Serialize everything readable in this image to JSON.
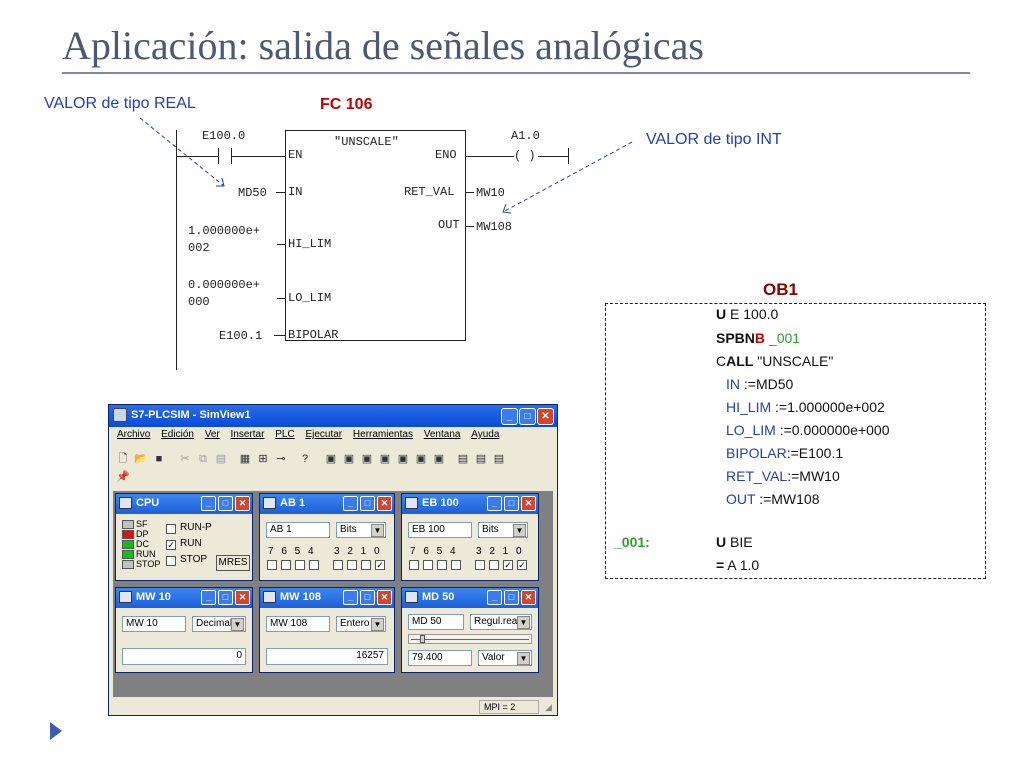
{
  "slide": {
    "title": "Aplicación: salida de señales analógicas",
    "note_real": "VALOR de tipo REAL",
    "note_int": "VALOR  de tipo INT",
    "fc_label": "FC 106"
  },
  "lad": {
    "contact_label": "E100.0",
    "block_name": "\"UNSCALE\"",
    "coil_label": "A1.0",
    "pins_left": [
      "EN",
      "IN",
      "HI_LIM",
      "LO_LIM",
      "BIPOLAR"
    ],
    "pins_right": [
      "ENO",
      "RET_VAL",
      "OUT"
    ],
    "in_value": "MD50",
    "hi_lim_value_1": "1.000000e+",
    "hi_lim_value_2": "002",
    "lo_lim_value_1": "0.000000e+",
    "lo_lim_value_2": "000",
    "bipolar_value": "E100.1",
    "ret_val_value": "MW10",
    "out_value": "MW108"
  },
  "ob1": {
    "title": "OB1",
    "l1_kw": "U",
    "l1_rest": " E 100.0",
    "l2_a": "SPBN",
    "l2_b": "B",
    "l2_c": " _001",
    "l3_a": "C",
    "l3_b": "ALL",
    "l3_c": "  \"UNSCALE\"",
    "p_in": "IN",
    "p_in_val": "    :=MD50",
    "p_hi": "HI_LIM",
    "p_hi_val": " :=1.000000e+002",
    "p_lo": "LO_LIM",
    "p_lo_val": " :=0.000000e+000",
    "p_bip": "BIPOLAR",
    "p_bip_val": ":=E100.1",
    "p_ret": "RET_VAL",
    "p_ret_val": ":=MW10",
    "p_out": "OUT",
    "p_out_val": "    :=MW108",
    "label_001": "_001:",
    "l_u": "U",
    "l_u_rest": "   BIE",
    "l_eq": "=",
    "l_eq_rest": "   A     1.0"
  },
  "simview": {
    "title": "S7-PLCSIM - SimView1",
    "menu": [
      "Archivo",
      "Edición",
      "Ver",
      "Insertar",
      "PLC",
      "Ejecutar",
      "Herramientas",
      "Ventana",
      "Ayuda"
    ],
    "status_mpi": "MPI = 2",
    "cpu": {
      "title": "CPU",
      "leds": [
        "SF",
        "DP",
        "DC",
        "RUN",
        "STOP"
      ],
      "led_colors": [
        "#c0c0c0",
        "#e01010",
        "#10c010",
        "#10c010",
        "#c0c0c0"
      ],
      "run_p": "RUN-P",
      "run": "RUN",
      "stop": "STOP",
      "mres": "MRES",
      "run_checked": "✓"
    },
    "ab": {
      "title": "AB    1",
      "addr": "AB   1",
      "format": "Bits",
      "bits_hi": "7 6 5 4",
      "bits_lo": "3 2 1 0",
      "checked_bits": "bit 0",
      "check": "✓"
    },
    "eb": {
      "title": "EB   100",
      "addr": "EB  100",
      "format": "Bits",
      "bits_hi": "7 6 5 4",
      "bits_lo": "3 2 1 0",
      "check": "✓"
    },
    "mw10": {
      "title": "MW     10",
      "addr": "MW   10",
      "format": "Decimal",
      "value": "0"
    },
    "mw108": {
      "title": "MW    108",
      "addr": "MW  108",
      "format": "Entero",
      "value": "16257"
    },
    "md50": {
      "title": "MD    50",
      "addr": "MD    50",
      "format": "Regul.rea",
      "value": "79.400",
      "value_format": "Valor",
      "slider_level": 0.08
    }
  }
}
